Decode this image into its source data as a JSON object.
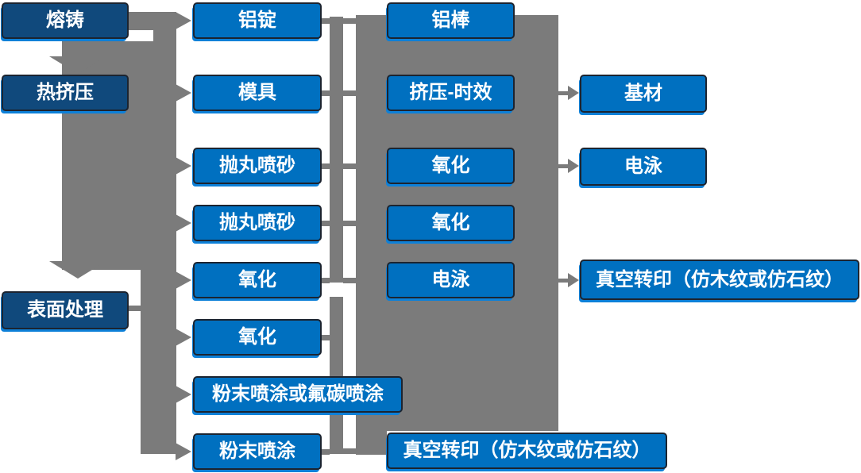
{
  "diagram_title": "",
  "colors": {
    "stage_box_fill": "#10497C",
    "node_box_fill": "#0070C0",
    "box_border": "#1C2430",
    "box_shadow": "#0D80D8",
    "connector_gray": "#7B7B7B",
    "text": "#FFFFFF"
  },
  "stages": {
    "items": [
      "熔铸",
      "热挤压",
      "表面处理"
    ]
  },
  "prep": {
    "items": [
      "铝锭",
      "模具",
      "抛丸喷砂",
      "抛丸喷砂",
      "氧化",
      "氧化",
      "粉末喷涂或氟碳喷涂",
      "粉末喷涂"
    ]
  },
  "process": {
    "items": [
      "铝棒",
      "挤压-时效",
      "氧化",
      "氧化",
      "电泳",
      "真空转印（仿木纹或仿石纹）"
    ]
  },
  "output": {
    "items": [
      "基材",
      "电泳",
      "真空转印（仿木纹或仿石纹）"
    ]
  }
}
